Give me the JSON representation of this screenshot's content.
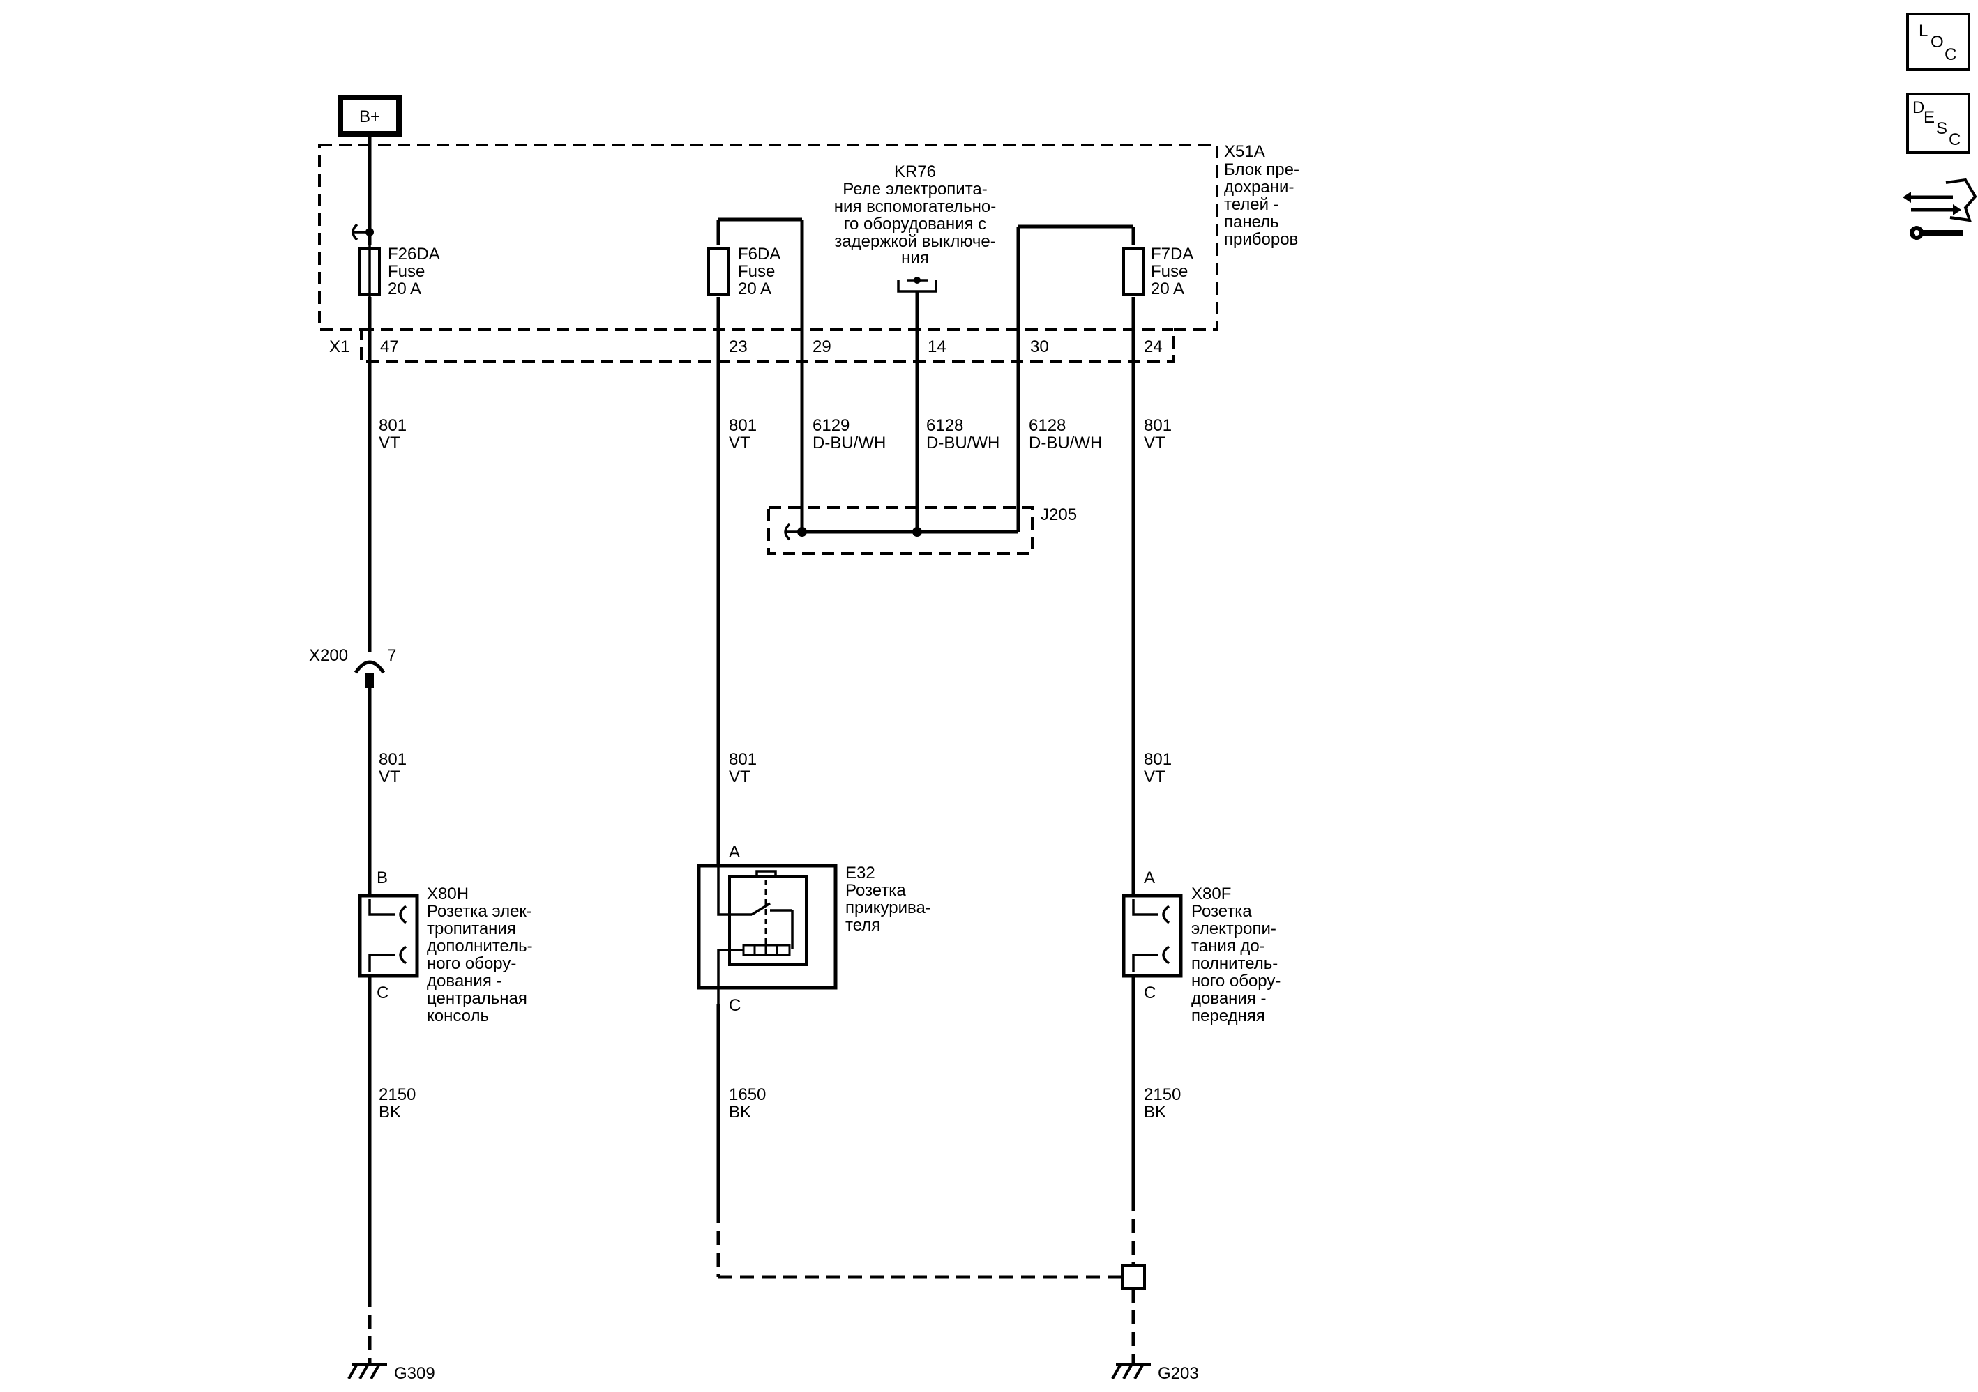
{
  "battery": {
    "label": "B+"
  },
  "fuse_block": {
    "lines": [
      "X51A",
      "Блок пре-",
      "дохрани-",
      "телей -",
      "панель",
      "приборов"
    ],
    "connector": "X1"
  },
  "fuses": [
    {
      "name": "F26DA",
      "type": "Fuse",
      "rating": "20 A"
    },
    {
      "name": "F6DA",
      "type": "Fuse",
      "rating": "20 A"
    },
    {
      "name": "F7DA",
      "type": "Fuse",
      "rating": "20 A"
    }
  ],
  "relay": {
    "lines": [
      "KR76",
      "Реле электропита-",
      "ния вспомогательно-",
      "го оборудования с",
      "задержкой выключе-",
      "ния"
    ]
  },
  "pins": [
    "47",
    "23",
    "29",
    "14",
    "30",
    "24"
  ],
  "wires": {
    "w801_a": [
      "801",
      "VT"
    ],
    "w801_b": [
      "801",
      "VT"
    ],
    "w6129": [
      "6129",
      "D-BU/WH"
    ],
    "w6128_a": [
      "6128",
      "D-BU/WH"
    ],
    "w6128_b": [
      "6128",
      "D-BU/WH"
    ],
    "w801_c": [
      "801",
      "VT"
    ],
    "w801_d": [
      "801",
      "VT"
    ],
    "w801_e": [
      "801",
      "VT"
    ],
    "w801_f": [
      "801",
      "VT"
    ],
    "w2150_a": [
      "2150",
      "BK"
    ],
    "w1650": [
      "1650",
      "BK"
    ],
    "w2150_b": [
      "2150",
      "BK"
    ]
  },
  "splice": {
    "label": "J205"
  },
  "inline_connector": {
    "name": "X200",
    "pin": "7"
  },
  "x80h": {
    "pin_top": "B",
    "pin_bottom": "C",
    "lines": [
      "X80H",
      "Розетка элек-",
      "тропитания",
      "дополнитель-",
      "ного обору-",
      "дования -",
      "центральная",
      "консоль"
    ]
  },
  "e32": {
    "pin_top": "A",
    "pin_bottom": "C",
    "lines": [
      "E32",
      "Розетка",
      "прикурива-",
      "теля"
    ]
  },
  "x80f": {
    "pin_top": "A",
    "pin_bottom": "C",
    "lines": [
      "X80F",
      "Розетка",
      "электропи-",
      "тания до-",
      "полнитель-",
      "ного обору-",
      "дования -",
      "передняя"
    ]
  },
  "grounds": [
    "G309",
    "G203"
  ],
  "side_icons": {
    "loc": [
      "L",
      "O",
      "C"
    ],
    "desc": [
      "D",
      "E",
      "S",
      "C"
    ],
    "nav": "connector-arrow-wrench-icon"
  }
}
